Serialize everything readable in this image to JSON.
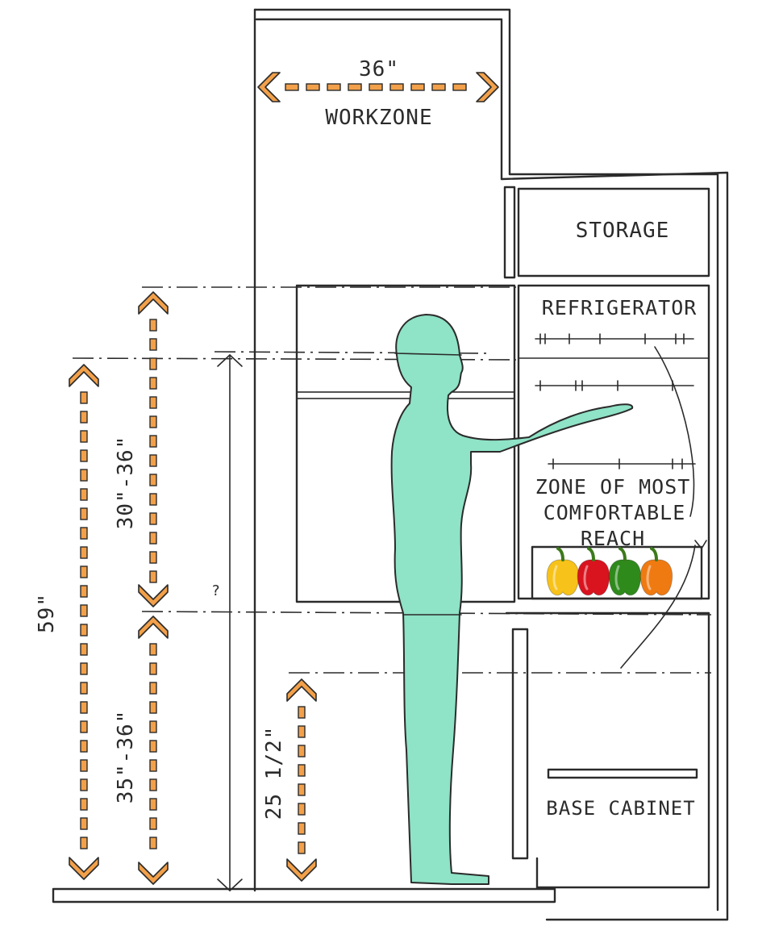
{
  "labels": {
    "workzone_width": "36\"",
    "workzone": "WORKZONE",
    "storage": "STORAGE",
    "refrigerator": "REFRIGERATOR",
    "zone_line1": "ZONE OF MOST",
    "zone_line2": "COMFORTABLE",
    "zone_line3": "REACH",
    "base_cabinet": "BASE CABINET",
    "dim_59": "59\"",
    "dim_30_36": "30\"-36\"",
    "dim_35_36": "35\"-36\"",
    "dim_25_half": "25 1/2\"",
    "question": "?"
  },
  "colors": {
    "figure": "#8fe3c6",
    "arrow": "#f2a04a",
    "ink": "#2b2b2b",
    "pepper_yellow": "#f7c21a",
    "pepper_red": "#d9141f",
    "pepper_green": "#2f8a1c",
    "pepper_orange": "#f07a12"
  },
  "icons": [
    "person-silhouette",
    "bell-pepper"
  ]
}
